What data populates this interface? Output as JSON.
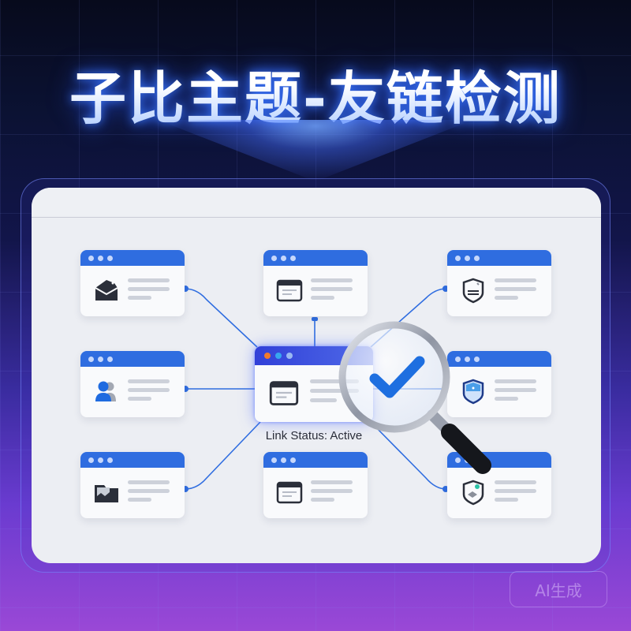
{
  "header": {
    "title": "子比主题-友链检测"
  },
  "colors": {
    "accent_blue": "#2f6de0",
    "connector_blue": "#2f6de0",
    "check_blue": "#1e6fe0",
    "panel_bg": "#eceef3",
    "dark_icon": "#2b2f3a"
  },
  "diagram": {
    "center_node": {
      "icon": "browser-window-icon",
      "dots": [
        "#f07a2c",
        "#37a6f0",
        "#9ab8f2"
      ],
      "status_label": "Link Status: Active"
    },
    "nodes": [
      {
        "position": "top-left",
        "icon": "envelope-icon"
      },
      {
        "position": "top-center",
        "icon": "browser-window-icon"
      },
      {
        "position": "top-right",
        "icon": "shield-document-icon"
      },
      {
        "position": "middle-left",
        "icon": "users-icon"
      },
      {
        "position": "middle-right",
        "icon": "shield-blue-icon"
      },
      {
        "position": "bottom-left",
        "icon": "image-folder-icon"
      },
      {
        "position": "bottom-center",
        "icon": "browser-window-icon"
      },
      {
        "position": "bottom-right",
        "icon": "shield-check-icon"
      }
    ],
    "magnifier": {
      "icon": "magnifier-check-icon",
      "result": "check"
    }
  },
  "watermark": {
    "label": "AI生成"
  }
}
